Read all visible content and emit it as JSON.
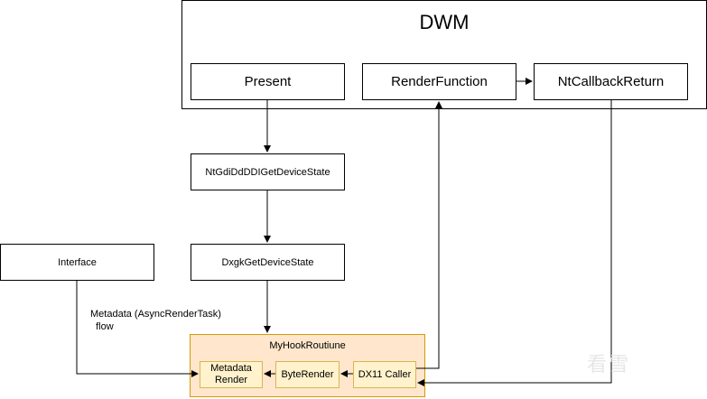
{
  "dwm": {
    "title": "DWM",
    "present": "Present",
    "render_function": "RenderFunction",
    "callback_return": "NtCallbackReturn"
  },
  "nodes": {
    "ntgdi": "NtGdiDdDDIGetDeviceState",
    "dxgk": "DxgkGetDeviceState",
    "interface": "Interface"
  },
  "hook": {
    "title": "MyHookRoutiune",
    "metadata_render": "Metadata Render",
    "byte_render": "ByteRender",
    "dx11_caller": "DX11 Caller"
  },
  "edge_labels": {
    "metadata_flow": "Metadata (AsyncRenderTask)\n  flow"
  },
  "watermark": "看雪",
  "colors": {
    "hook_fill": "#ffe6cc",
    "hook_border": "#d79b00",
    "inner_fill": "#fff2cc",
    "inner_border": "#d6b656"
  }
}
